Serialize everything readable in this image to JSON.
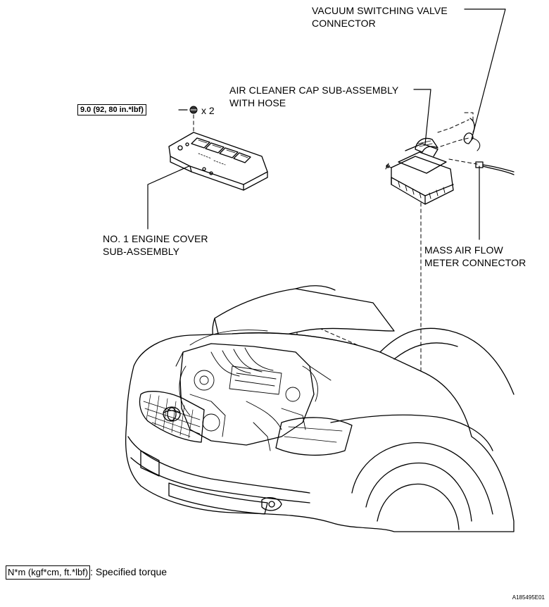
{
  "labels": {
    "vsv_line1": "VACUUM SWITCHING VALVE",
    "vsv_line2": "CONNECTOR",
    "aircleaner_line1": "AIR CLEANER CAP SUB-ASSEMBLY",
    "aircleaner_line2": "WITH HOSE",
    "cover_line1": "NO. 1 ENGINE COVER",
    "cover_line2": "SUB-ASSEMBLY",
    "maf_line1": "MASS AIR FLOW",
    "maf_line2": "METER CONNECTOR"
  },
  "torque": {
    "value": "9.0 (92, 80 in.*lbf)",
    "quantity": "x 2"
  },
  "legend": {
    "unit_box": "N*m (kgf*cm, ft.*lbf)",
    "description": ": Specified torque"
  },
  "figure_id": "A185495E01"
}
